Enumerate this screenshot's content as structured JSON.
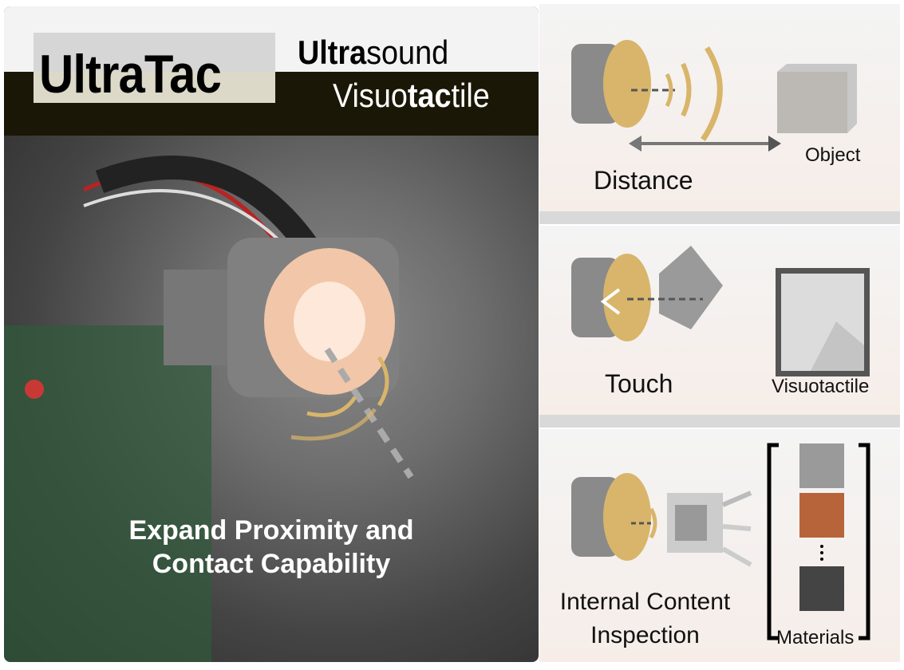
{
  "header": {
    "logo": "UltraTac",
    "line1_bold": "Ultra",
    "line1_rest": "sound",
    "line2_pre": "Visuo",
    "line2_bold": "tac",
    "line2_post": "tile"
  },
  "photo": {
    "caption_line1": "Expand Proximity and",
    "caption_line2": "Contact Capability"
  },
  "panels": [
    {
      "title": "Distance",
      "object_label": "Object"
    },
    {
      "title": "Touch",
      "image_label": "Visuotactile"
    },
    {
      "title_line1": "Internal Content",
      "title_line2": "Inspection",
      "materials_label": "Materials"
    }
  ],
  "colors": {
    "gold": "#d8b56a",
    "header_dark": "#1b1707"
  }
}
